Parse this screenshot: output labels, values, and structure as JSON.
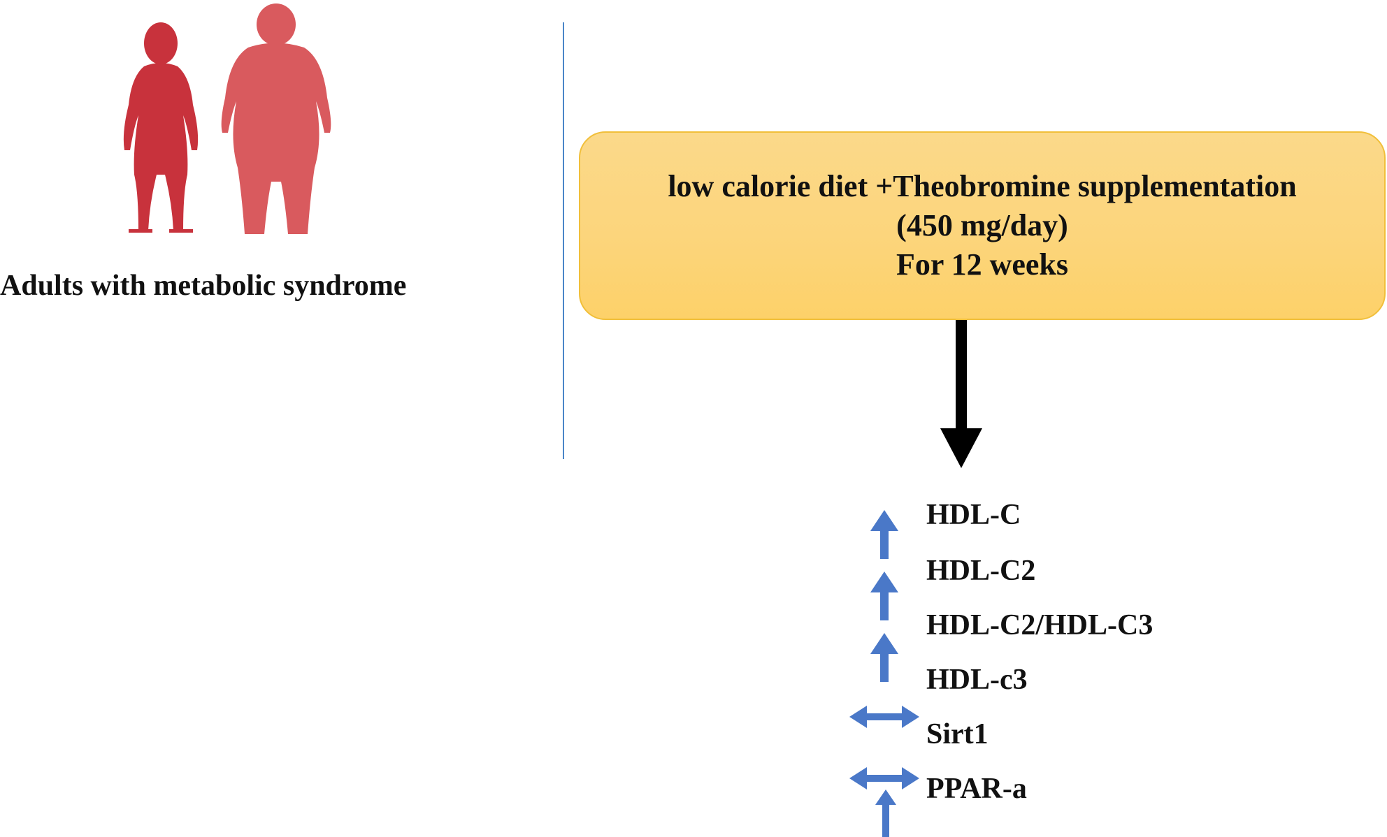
{
  "population": {
    "label": "Adults with metabolic syndrome",
    "icon": "obese-adults-silhouette-icon"
  },
  "intervention": {
    "lines": [
      "low calorie diet +Theobromine supplementation",
      "(450 mg/day)",
      "For 12 weeks"
    ]
  },
  "outcomes": [
    {
      "name": "HDL-C",
      "change": "increase"
    },
    {
      "name": "HDL-C2",
      "change": "increase"
    },
    {
      "name": "HDL-C2/HDL-C3",
      "change": "increase"
    },
    {
      "name": "HDL-c3",
      "change": "increase"
    },
    {
      "name": "Sirt1",
      "change": "no change"
    },
    {
      "name": "PPAR-a",
      "change": "no change"
    }
  ],
  "colors": {
    "figure_left": "#c8323c",
    "figure_right": "#d95a5e",
    "box_fill": "#fdd57c",
    "box_border": "#f1bf3a",
    "divider": "#4a86c8",
    "outcome_arrows": "#4a78c8",
    "main_arrow": "#000000"
  }
}
